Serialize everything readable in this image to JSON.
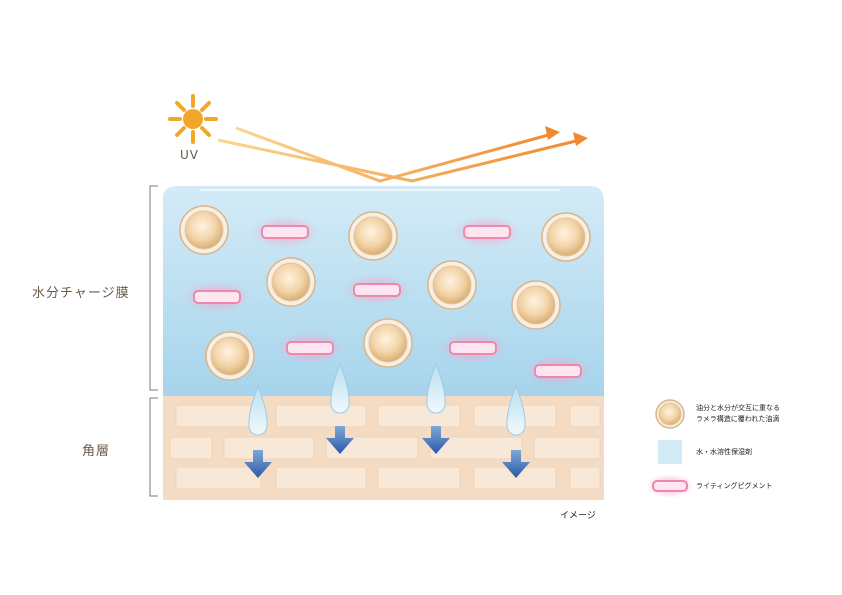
{
  "uv_label": "UV",
  "layers": {
    "film_label": "水分チャージ膜",
    "stratum_label": "角層"
  },
  "caption": "イメージ",
  "legend": [
    {
      "icon": "oil-droplet-icon",
      "lines": [
        "油分と水分が交互に重なる",
        "ラメラ構造に覆われた油滴"
      ]
    },
    {
      "icon": "moisturizer-square-icon",
      "lines": [
        "水・水溶性保湿剤"
      ]
    },
    {
      "icon": "pigment-capsule-icon",
      "lines": [
        "ライティングピグメント"
      ]
    }
  ],
  "colors": {
    "film_top": "#cfe8f6",
    "film_bottom": "#9fd2ec",
    "skin": "#f4dcc4",
    "skin_brick": "#f8e8d8",
    "arrow_blue": "#2f66b3",
    "uv_orange": "#f0a040",
    "pigment_pink": "#f08ab0"
  }
}
